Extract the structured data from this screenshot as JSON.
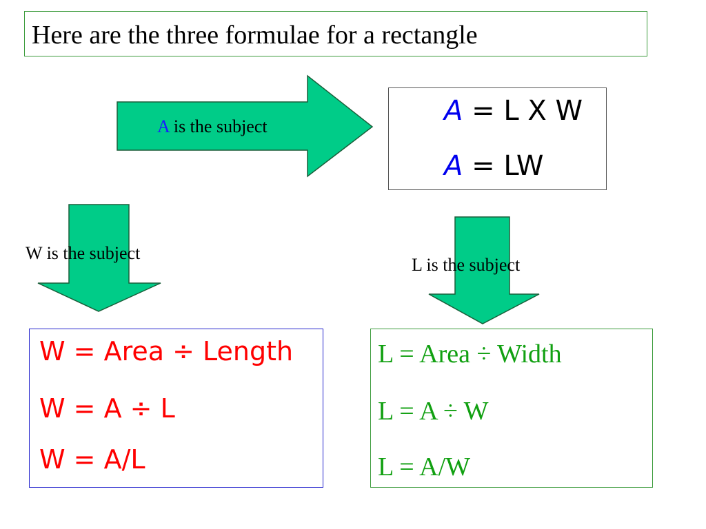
{
  "title": "Here are the three formulae for a rectangle",
  "area": {
    "arrow_var": "A",
    "arrow_rest": " is the subject",
    "line1_var": "A",
    "line1_rest": " = L X W",
    "line2_var": "A",
    "line2_rest": " = LW"
  },
  "width": {
    "arrow_label": "W is the subject",
    "lines": [
      "W = Area ÷ Length",
      "W = A ÷ L",
      "W = A/L"
    ]
  },
  "length": {
    "arrow_label": "L is the subject",
    "lines": [
      "L = Area ÷ Width",
      "L = A ÷ W",
      "L = A/W"
    ]
  },
  "colors": {
    "arrow_fill": "#00cc88",
    "area_var": "#0000ee",
    "width_text": "#ff0000",
    "length_text": "#11a011"
  }
}
